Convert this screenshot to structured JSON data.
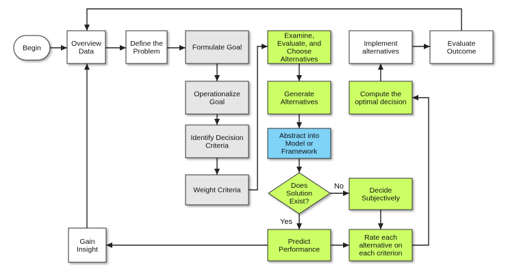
{
  "colors": {
    "white": "#ffffff",
    "gray": "#e6e6e6",
    "green": "#ccff66",
    "blue": "#7fd3f7",
    "stroke": "#333333",
    "line": "#222222"
  },
  "nodes": {
    "begin": {
      "lines": [
        "Begin"
      ],
      "fill": "white",
      "shape": "terminal"
    },
    "overview": {
      "lines": [
        "Overview",
        "Data"
      ],
      "fill": "white",
      "shape": "box"
    },
    "define": {
      "lines": [
        "Define the",
        "Problem"
      ],
      "fill": "white",
      "shape": "box"
    },
    "formulate": {
      "lines": [
        "Formulate Goal"
      ],
      "fill": "gray",
      "shape": "box"
    },
    "operational": {
      "lines": [
        "Operationalize",
        "Goal"
      ],
      "fill": "gray",
      "shape": "box"
    },
    "identify": {
      "lines": [
        "Identify Decision",
        "Criteria"
      ],
      "fill": "gray",
      "shape": "box"
    },
    "weight": {
      "lines": [
        "Weight Criteria"
      ],
      "fill": "gray",
      "shape": "box"
    },
    "examine": {
      "lines": [
        "Examine,",
        "Evaluate, and",
        "Choose",
        "Alternatives"
      ],
      "fill": "green",
      "shape": "box"
    },
    "generate": {
      "lines": [
        "Generate",
        "Alternatives"
      ],
      "fill": "green",
      "shape": "box"
    },
    "abstract": {
      "lines": [
        "Abstract into",
        "Model or",
        "Framework"
      ],
      "fill": "blue",
      "shape": "box"
    },
    "solution": {
      "lines": [
        "Does",
        "Solution",
        "Exist?"
      ],
      "fill": "green",
      "shape": "diamond"
    },
    "decide": {
      "lines": [
        "Decide",
        "Subjectively"
      ],
      "fill": "green",
      "shape": "box"
    },
    "predict": {
      "lines": [
        "Predict",
        "Performance"
      ],
      "fill": "green",
      "shape": "box"
    },
    "rate": {
      "lines": [
        "Rate each",
        "alternative on",
        "each criterion"
      ],
      "fill": "green",
      "shape": "box"
    },
    "compute": {
      "lines": [
        "Compute the",
        "optimal decision"
      ],
      "fill": "green",
      "shape": "box"
    },
    "implement": {
      "lines": [
        "Implement",
        "alternatives"
      ],
      "fill": "white",
      "shape": "box"
    },
    "evaluate": {
      "lines": [
        "Evaluate",
        "Outcome"
      ],
      "fill": "white",
      "shape": "box"
    },
    "gain": {
      "lines": [
        "Gain",
        "Insight"
      ],
      "fill": "white",
      "shape": "box"
    }
  },
  "edges": [
    {
      "from": "begin",
      "to": "overview",
      "label": ""
    },
    {
      "from": "overview",
      "to": "define",
      "label": ""
    },
    {
      "from": "define",
      "to": "formulate",
      "label": ""
    },
    {
      "from": "formulate",
      "to": "operational",
      "label": ""
    },
    {
      "from": "operational",
      "to": "identify",
      "label": ""
    },
    {
      "from": "identify",
      "to": "weight",
      "label": ""
    },
    {
      "from": "weight",
      "to": "examine",
      "label": ""
    },
    {
      "from": "examine",
      "to": "generate",
      "label": ""
    },
    {
      "from": "generate",
      "to": "abstract",
      "label": ""
    },
    {
      "from": "abstract",
      "to": "solution",
      "label": ""
    },
    {
      "from": "solution",
      "to": "decide",
      "label": "No"
    },
    {
      "from": "solution",
      "to": "predict",
      "label": "Yes"
    },
    {
      "from": "decide",
      "to": "rate",
      "label": ""
    },
    {
      "from": "predict",
      "to": "rate",
      "label": ""
    },
    {
      "from": "predict",
      "to": "gain",
      "label": ""
    },
    {
      "from": "gain",
      "to": "overview",
      "label": ""
    },
    {
      "from": "rate",
      "to": "compute",
      "label": ""
    },
    {
      "from": "compute",
      "to": "implement",
      "label": ""
    },
    {
      "from": "implement",
      "to": "evaluate",
      "label": ""
    },
    {
      "from": "evaluate",
      "to": "overview",
      "label": ""
    }
  ]
}
